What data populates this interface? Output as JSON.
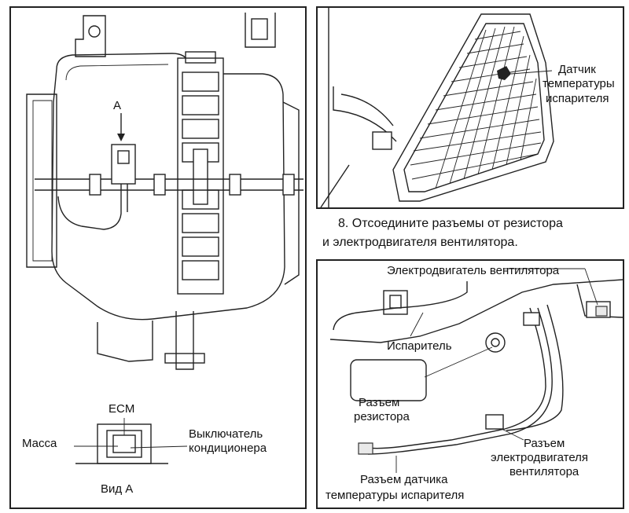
{
  "left_panel": {
    "view_arrow_label": "A",
    "connector_callout": {
      "top": "ECM",
      "left": "Масса",
      "right_line1": "Выключатель",
      "right_line2": "кондиционера",
      "caption": "Вид А"
    }
  },
  "right_top_panel": {
    "sensor_label_line1": "Датчик",
    "sensor_label_line2": "температуры",
    "sensor_label_line3": "испарителя"
  },
  "step_text": {
    "line1": "8. Отсоедините разъемы от резистора",
    "line2": "и электродвигателя вентилятора."
  },
  "right_bottom_panel": {
    "blower_motor": "Электродвигатель вентилятора",
    "evaporator": "Испаритель",
    "resistor_connector_line1": "Разъем",
    "resistor_connector_line2": "резистора",
    "motor_connector_line1": "Разъем",
    "motor_connector_line2": "электродвигателя",
    "motor_connector_line3": "вентилятора",
    "sensor_connector_line1": "Разъем датчика",
    "sensor_connector_line2": "температуры испарителя"
  }
}
